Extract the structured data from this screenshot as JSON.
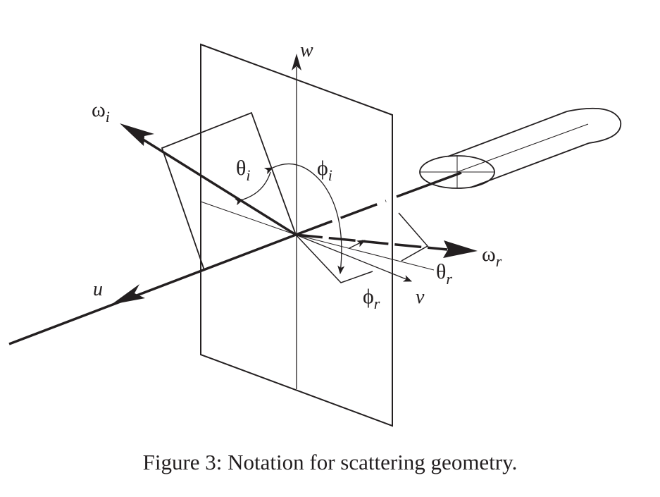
{
  "labels": {
    "w": "w",
    "u": "u",
    "v": "v",
    "omega_i": {
      "base": "ω",
      "sub": "i"
    },
    "omega_r": {
      "base": "ω",
      "sub": "r"
    },
    "theta_i": {
      "base": "θ",
      "sub": "i"
    },
    "phi_i": {
      "base": "ϕ",
      "sub": "i"
    },
    "theta_r": {
      "base": "θ",
      "sub": "r"
    },
    "phi_r": {
      "base": "ϕ",
      "sub": "r"
    }
  },
  "caption": "Figure 3: Notation for scattering geometry."
}
